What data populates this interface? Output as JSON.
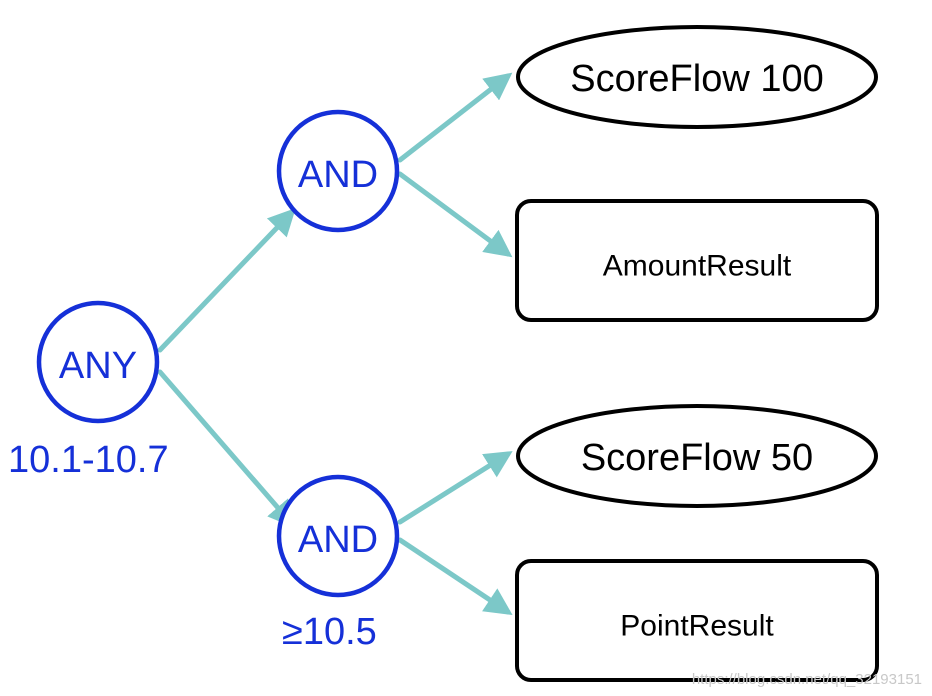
{
  "diagram": {
    "root": {
      "label": "ANY",
      "annotation": "10.1-10.7"
    },
    "upper_branch": {
      "label": "AND",
      "outputs": [
        {
          "label": "ScoreFlow 100",
          "shape": "ellipse"
        },
        {
          "label": "AmountResult",
          "shape": "rounded-rect"
        }
      ]
    },
    "lower_branch": {
      "label": "AND",
      "annotation": "≥10.5",
      "outputs": [
        {
          "label": "ScoreFlow 50",
          "shape": "ellipse"
        },
        {
          "label": "PointResult",
          "shape": "rounded-rect"
        }
      ]
    }
  },
  "watermark": "https://blog.csdn.net/qq_32193151",
  "colors": {
    "logic_node": "#1530d8",
    "arrow": "#7cc8c8",
    "result_border": "#000000"
  }
}
